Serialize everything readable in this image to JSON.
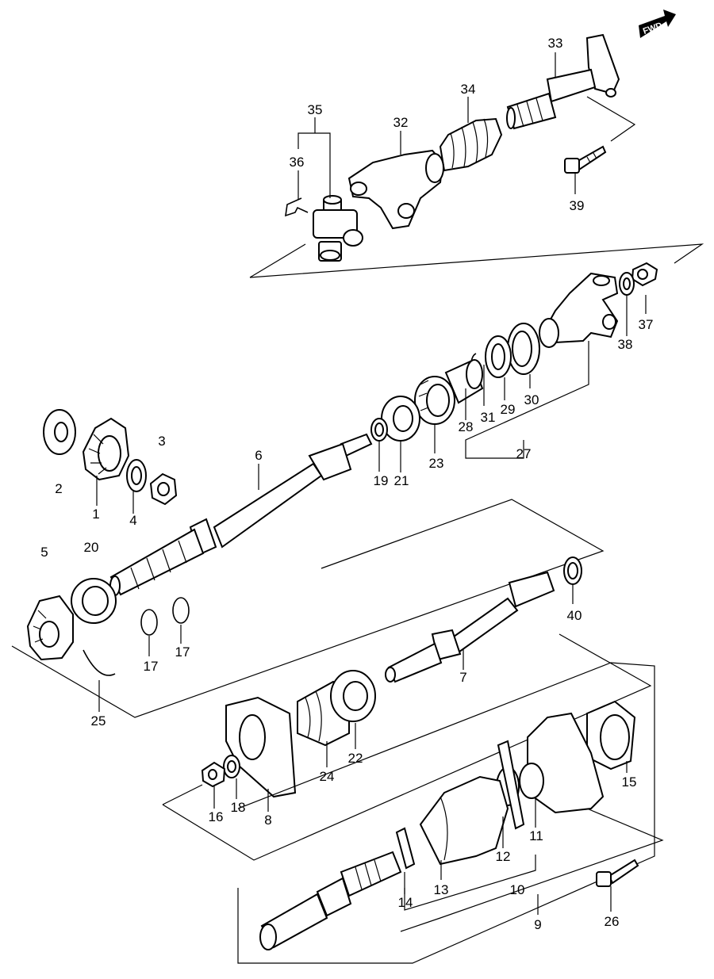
{
  "diagram": {
    "fwd_label": "FWD",
    "part_numbers": {
      "p1": "1",
      "p2": "2",
      "p3": "3",
      "p4": "4",
      "p5": "5",
      "p6": "6",
      "p7": "7",
      "p8": "8",
      "p9": "9",
      "p10": "10",
      "p11": "11",
      "p12": "12",
      "p13": "13",
      "p14": "14",
      "p15": "15",
      "p16": "16",
      "p17a": "17",
      "p17b": "17",
      "p18": "18",
      "p19": "19",
      "p20": "20",
      "p21": "21",
      "p22": "22",
      "p23": "23",
      "p24": "24",
      "p25": "25",
      "p26": "26",
      "p27": "27",
      "p28": "28",
      "p29": "29",
      "p30": "30",
      "p31": "31",
      "p32": "32",
      "p33": "33",
      "p34": "34",
      "p35": "35",
      "p36": "36",
      "p37": "37",
      "p38": "38",
      "p39": "39",
      "p40": "40"
    }
  }
}
